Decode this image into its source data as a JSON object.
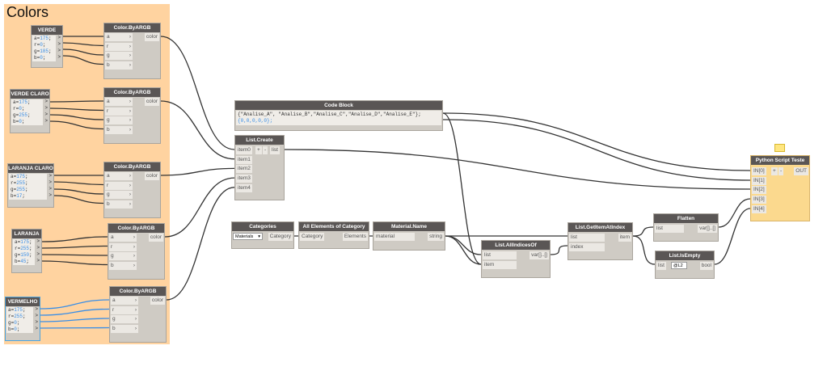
{
  "group": {
    "title": "Colors",
    "color": "#ffd3a0"
  },
  "colorInputs": [
    {
      "title": "VERDE",
      "lines": [
        [
          "a=",
          "175",
          ";"
        ],
        [
          "r=",
          "0",
          ";"
        ],
        [
          "g=",
          "185",
          ";"
        ],
        [
          "b=",
          "0",
          ";"
        ]
      ]
    },
    {
      "title": "VERDE CLARO",
      "lines": [
        [
          "a=",
          "175",
          ";"
        ],
        [
          "r=",
          "0",
          ";"
        ],
        [
          "g=",
          "255",
          ";"
        ],
        [
          "b=",
          "0",
          ";"
        ]
      ]
    },
    {
      "title": "LARANJA CLARO",
      "lines": [
        [
          "a=",
          "175",
          ";"
        ],
        [
          "r=",
          "255",
          ";"
        ],
        [
          "g=",
          "255",
          ";"
        ],
        [
          "b=",
          "17",
          ";"
        ]
      ]
    },
    {
      "title": "LARANJA",
      "lines": [
        [
          "a=",
          "175",
          ";"
        ],
        [
          "r=",
          "255",
          ";"
        ],
        [
          "g=",
          "150",
          ";"
        ],
        [
          "b=",
          "45",
          ";"
        ]
      ]
    },
    {
      "title": "VERMELHO",
      "lines": [
        [
          "a=",
          "175",
          ";"
        ],
        [
          "r=",
          "255",
          ";"
        ],
        [
          "g=",
          "0",
          ";"
        ],
        [
          "b=",
          "0",
          ";"
        ]
      ]
    }
  ],
  "colorNode": {
    "title": "Color.ByARGB",
    "inputs": [
      "a",
      "r",
      "g",
      "b"
    ],
    "output": "color"
  },
  "codeBlock": {
    "title": "Code Block",
    "line1": "{\"Analise_A\", \"Analise_B\",\"Analise_C\",\"Analise_D\",\"Analise_E\"};",
    "line2": "{0,0,0,0,0};"
  },
  "listCreate": {
    "title": "List.Create",
    "inputs": [
      "item0",
      "item1",
      "item2",
      "item3",
      "item4"
    ],
    "plus": "+",
    "minus": "-",
    "output": "list"
  },
  "categories": {
    "title": "Categories",
    "selected": "Materials",
    "output": "Category"
  },
  "allElements": {
    "title": "All Elements of Category",
    "input": "Category",
    "output": "Elements"
  },
  "materialName": {
    "title": "Material.Name",
    "input": "material",
    "output": "string"
  },
  "allIndicesOf": {
    "title": "List.AllIndicesOf",
    "inputs": [
      "list",
      "item"
    ],
    "output": "var[]..[]"
  },
  "getItemAtIndex": {
    "title": "List.GetItemAtIndex",
    "inputs": [
      "list",
      "index"
    ],
    "output": "item"
  },
  "flatten": {
    "title": "Flatten",
    "input": "list",
    "output": "var[]..[]"
  },
  "isEmpty": {
    "title": "List.IsEmpty",
    "input": "list",
    "level": "@L2",
    "output": "bool"
  },
  "python": {
    "title": "Python Script Teste",
    "inputs": [
      "IN[0]",
      "IN[1]",
      "IN[2]",
      "IN[3]",
      "IN[4]"
    ],
    "plus": "+",
    "minus": "-",
    "output": "OUT"
  },
  "colors": {
    "wire": "#333333",
    "selectedWire": "#3a8ee6",
    "header": "#5a5655"
  }
}
